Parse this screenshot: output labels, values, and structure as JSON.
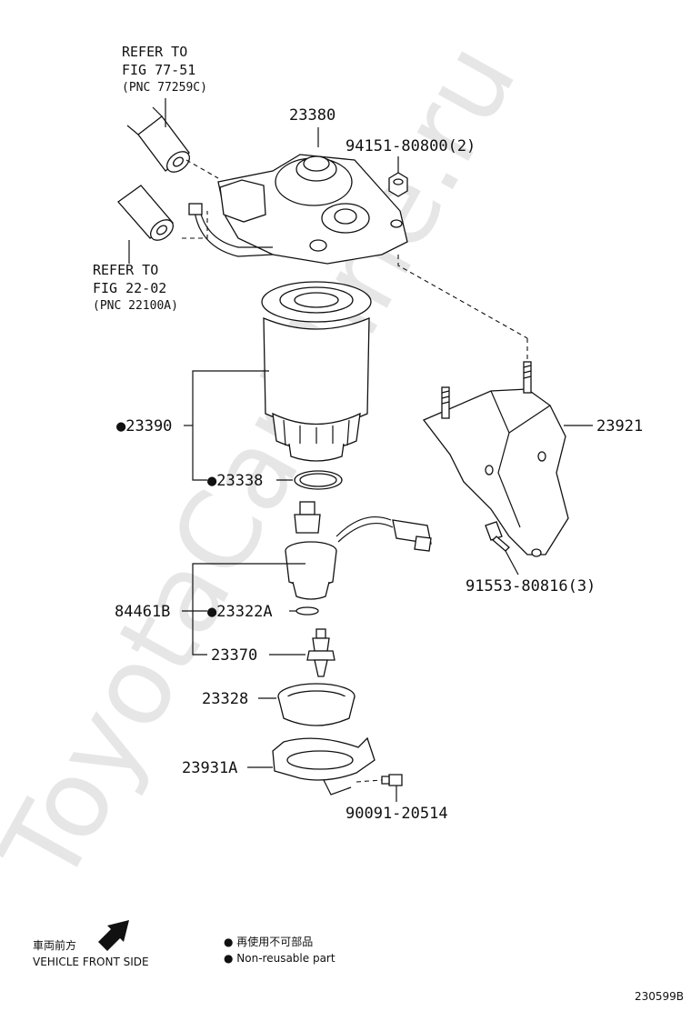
{
  "watermark": "ToyotaCarMine.ru",
  "references": [
    {
      "line1": "REFER TO",
      "line2": "FIG 77-51",
      "line3": "(PNC 77259C)"
    },
    {
      "line1": "REFER TO",
      "line2": "FIG 22-02",
      "line3": "(PNC 22100A)"
    }
  ],
  "parts": {
    "p23380": "23380",
    "p94151": "94151-80800(2)",
    "p23390": "●23390",
    "p23338": "●23338",
    "p23921": "23921",
    "p91553": "91553-80816(3)",
    "p84461B": "84461B",
    "p23322A": "●23322A",
    "p23370": "23370",
    "p23328": "23328",
    "p23931A": "23931A",
    "p90091": "90091-20514"
  },
  "footer": {
    "direction_jp": "車両前方",
    "direction_en": "VEHICLE FRONT SIDE",
    "legend_jp": "● 再使用不可部品",
    "legend_en": "● Non-reusable part",
    "figure_code": "230599B"
  }
}
